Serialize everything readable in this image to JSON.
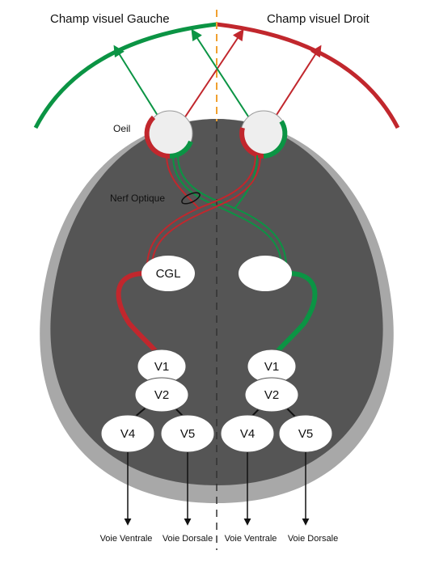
{
  "title_left": "Champ visuel Gauche",
  "title_right": "Champ visuel Droit",
  "eye_label": "Oeil",
  "nerve_label": "Nerf Optique",
  "nodes": {
    "cgl": "CGL",
    "v1": "V1",
    "v2": "V2",
    "v4": "V4",
    "v5": "V5"
  },
  "pathways": {
    "ventral": "Voie Ventrale",
    "dorsal": "Voie Dorsale"
  },
  "colors": {
    "left_field": "#0b9444",
    "right_field": "#c1272d",
    "head": "#555555",
    "head_rim": "#a8a8a8",
    "midline": "#f0a030"
  }
}
